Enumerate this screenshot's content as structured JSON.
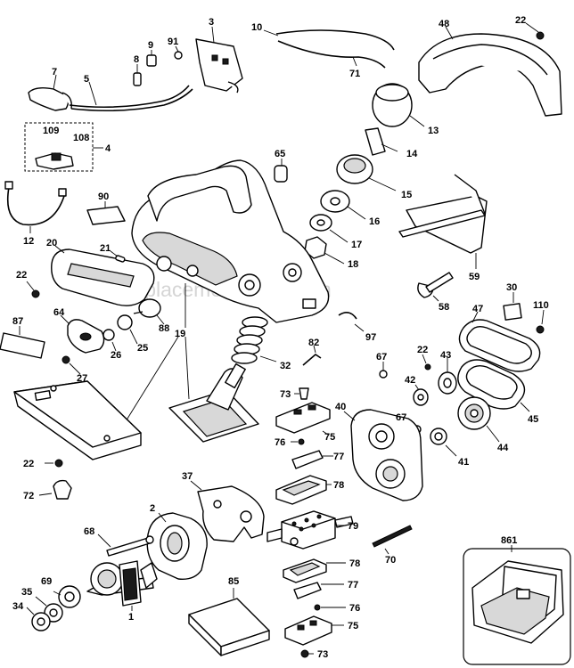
{
  "watermark": "eReplacementParts.com",
  "callouts": {
    "c1": "1",
    "c2": "2",
    "c3": "3",
    "c4": "4",
    "c5": "5",
    "c7": "7",
    "c8": "8",
    "c9": "9",
    "c10": "10",
    "c12": "12",
    "c13": "13",
    "c14": "14",
    "c15": "15",
    "c16": "16",
    "c17": "17",
    "c18": "18",
    "c19": "19",
    "c20": "20",
    "c21": "21",
    "c22a": "22",
    "c22b": "22",
    "c22c": "22",
    "c22d": "22",
    "c25": "25",
    "c26": "26",
    "c27": "27",
    "c30": "30",
    "c32": "32",
    "c34": "34",
    "c35": "35",
    "c37": "37",
    "c40": "40",
    "c41": "41",
    "c42": "42",
    "c43": "43",
    "c44": "44",
    "c45": "45",
    "c47": "47",
    "c48": "48",
    "c58": "58",
    "c59": "59",
    "c64": "64",
    "c65": "65",
    "c67a": "67",
    "c67b": "67",
    "c68": "68",
    "c69": "69",
    "c70": "70",
    "c71": "71",
    "c72": "72",
    "c73a": "73",
    "c73b": "73",
    "c75a": "75",
    "c75b": "75",
    "c76a": "76",
    "c76b": "76",
    "c77a": "77",
    "c77b": "77",
    "c78a": "78",
    "c78b": "78",
    "c79": "79",
    "c82": "82",
    "c85": "85",
    "c87": "87",
    "c88": "88",
    "c90": "90",
    "c91": "91",
    "c97": "97",
    "c108": "108",
    "c109": "109",
    "c110": "110",
    "c861": "861"
  }
}
